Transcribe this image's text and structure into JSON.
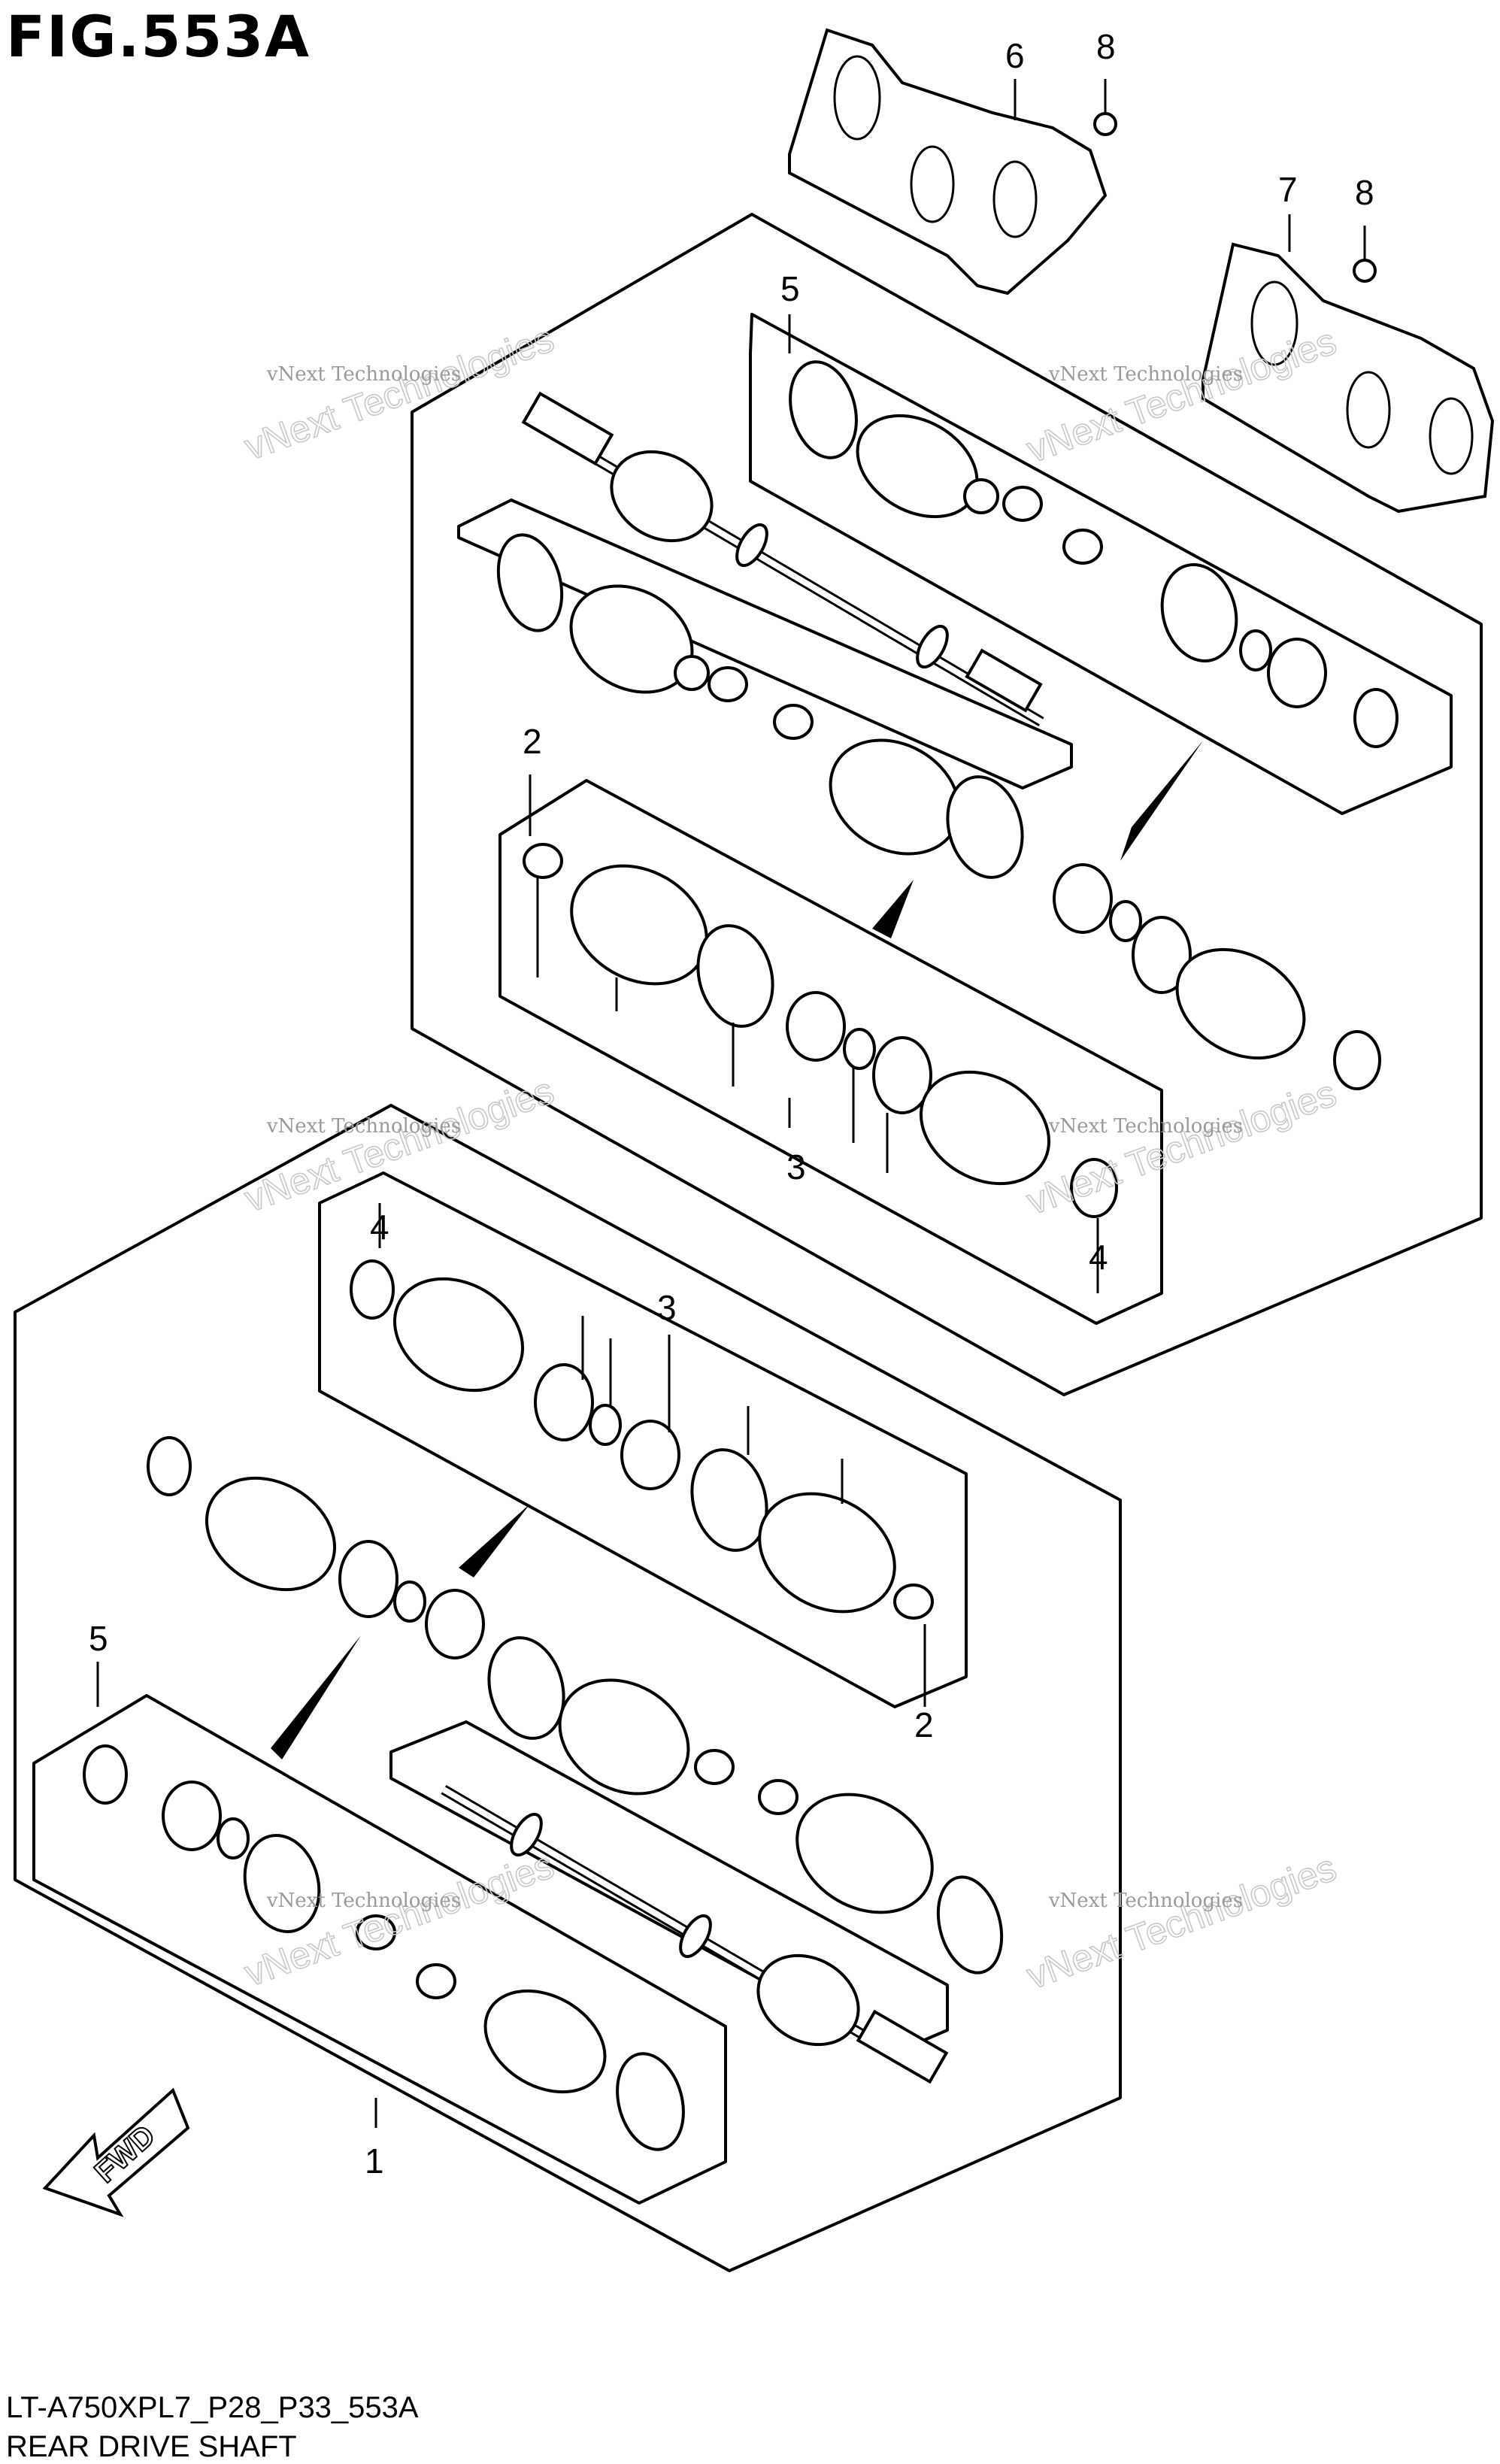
{
  "figure": {
    "title": "FIG.553A",
    "drawing_code": "LT-A750XPL7_P28_P33_553A",
    "name": "REAR DRIVE SHAFT"
  },
  "callouts": {
    "c1": "1",
    "c2_upper": "2",
    "c2_lower": "2",
    "c3_upper": "3",
    "c3_lower": "3",
    "c4_upper_right": "4",
    "c4_lower_left": "4",
    "c5_upper": "5",
    "c5_lower": "5",
    "c6": "6",
    "c7": "7",
    "c8_left": "8",
    "c8_right": "8"
  },
  "direction_arrow": {
    "label": "FWD"
  },
  "watermark": {
    "line1": "vNext Technologies",
    "line2": "vNext Technologies"
  },
  "colors": {
    "ink": "#000000",
    "paper": "#ffffff",
    "watermark": "#b0b0b0"
  }
}
